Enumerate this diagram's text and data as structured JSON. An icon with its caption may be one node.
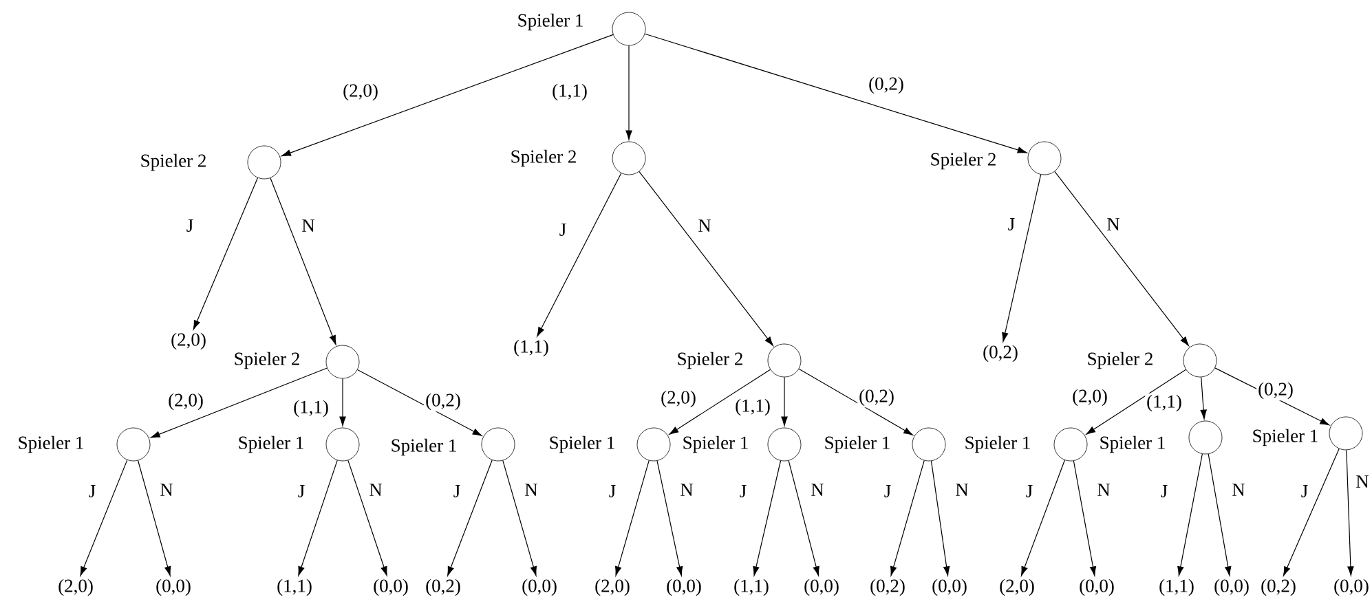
{
  "diagram": {
    "nodes": [
      {
        "text": [],
        "shape": "circle",
        "beside": [
          "Spieler 1"
        ]
      },
      {
        "text": [],
        "shape": "circle",
        "beside": [
          "Spieler 2"
        ]
      },
      {
        "text": [],
        "shape": "circle",
        "beside": [
          "Spieler 2"
        ]
      },
      {
        "text": [],
        "shape": "circle",
        "beside": [
          "Spieler 2"
        ]
      },
      {
        "text": [
          "(2,0)"
        ]
      },
      {
        "text": [
          "(1,1)"
        ]
      },
      {
        "text": [
          "(0,2)"
        ]
      },
      {
        "text": [],
        "shape": "circle",
        "beside": [
          "Spieler 2"
        ]
      },
      {
        "text": [],
        "shape": "circle",
        "beside": [
          "Spieler 2"
        ]
      },
      {
        "text": [],
        "shape": "circle",
        "beside": [
          "Spieler 2"
        ]
      },
      {
        "text": [],
        "shape": "circle",
        "beside": [
          "Spieler 1"
        ]
      },
      {
        "text": [],
        "shape": "circle",
        "beside": [
          "Spieler 1"
        ]
      },
      {
        "text": [],
        "shape": "circle",
        "beside": [
          "Spieler 1"
        ]
      },
      {
        "text": [],
        "shape": "circle",
        "beside": [
          "Spieler 1"
        ]
      },
      {
        "text": [],
        "shape": "circle",
        "beside": [
          "Spieler 1"
        ]
      },
      {
        "text": [],
        "shape": "circle",
        "beside": [
          "Spieler 1"
        ]
      },
      {
        "text": [],
        "shape": "circle",
        "beside": [
          "Spieler 1"
        ]
      },
      {
        "text": [],
        "shape": "circle",
        "beside": [
          "Spieler 1"
        ]
      },
      {
        "text": [],
        "shape": "circle",
        "beside": [
          "Spieler 1"
        ]
      },
      {
        "text": [
          "(2,0)"
        ]
      },
      {
        "text": [
          "(0,0)"
        ]
      },
      {
        "text": [
          "(1,1)"
        ]
      },
      {
        "text": [
          "(0,0)"
        ]
      },
      {
        "text": [
          "(0,2)"
        ]
      },
      {
        "text": [
          "(0,0)"
        ]
      },
      {
        "text": [
          "(2,0)"
        ]
      },
      {
        "text": [
          "(0,0)"
        ]
      },
      {
        "text": [
          "(1,1)"
        ]
      },
      {
        "text": [
          "(0,0)"
        ]
      },
      {
        "text": [
          "(0,2)"
        ]
      },
      {
        "text": [
          "(0,0)"
        ]
      },
      {
        "text": [
          "(2,0)"
        ]
      },
      {
        "text": [
          "(0,0)"
        ]
      },
      {
        "text": [
          "(1,1)"
        ]
      },
      {
        "text": [
          "(0,0)"
        ]
      },
      {
        "text": [
          "(0,2)"
        ]
      },
      {
        "text": [
          "(0,0)"
        ]
      }
    ],
    "edges": [
      {
        "from": 0,
        "to": 1,
        "arrow": "to",
        "label": "(2,0)"
      },
      {
        "from": 0,
        "to": 2,
        "arrow": "to",
        "label": "(1,1)"
      },
      {
        "from": 0,
        "to": 3,
        "arrow": "to",
        "label": "(0,2)"
      },
      {
        "from": 1,
        "to": 4,
        "arrow": "to",
        "label": "J"
      },
      {
        "from": 1,
        "to": 7,
        "arrow": "to",
        "label": "N"
      },
      {
        "from": 2,
        "to": 5,
        "arrow": "to",
        "label": "J"
      },
      {
        "from": 2,
        "to": 8,
        "arrow": "to",
        "label": "N"
      },
      {
        "from": 3,
        "to": 6,
        "arrow": "to",
        "label": "J"
      },
      {
        "from": 3,
        "to": 9,
        "arrow": "to",
        "label": "N"
      },
      {
        "from": 7,
        "to": 10,
        "arrow": "to",
        "label": "(2,0)"
      },
      {
        "from": 7,
        "to": 11,
        "arrow": "to",
        "label": "(1,1)"
      },
      {
        "from": 7,
        "to": 12,
        "arrow": "to",
        "label": "(0,2)"
      },
      {
        "from": 8,
        "to": 13,
        "arrow": "to",
        "label": "(2,0)"
      },
      {
        "from": 8,
        "to": 14,
        "arrow": "to",
        "label": "(1,1)"
      },
      {
        "from": 8,
        "to": 15,
        "arrow": "to",
        "label": "(0,2)"
      },
      {
        "from": 9,
        "to": 16,
        "arrow": "to",
        "label": "(2,0)"
      },
      {
        "from": 9,
        "to": 17,
        "arrow": "to",
        "label": "(1,1)"
      },
      {
        "from": 9,
        "to": 18,
        "arrow": "to",
        "label": "(0,2)"
      },
      {
        "from": 10,
        "to": 19,
        "arrow": "to",
        "label": "J"
      },
      {
        "from": 10,
        "to": 20,
        "arrow": "to",
        "label": "N"
      },
      {
        "from": 11,
        "to": 21,
        "arrow": "to",
        "label": "J"
      },
      {
        "from": 11,
        "to": 22,
        "arrow": "to",
        "label": "N"
      },
      {
        "from": 12,
        "to": 23,
        "arrow": "to",
        "label": "J"
      },
      {
        "from": 12,
        "to": 24,
        "arrow": "to",
        "label": "N"
      },
      {
        "from": 13,
        "to": 25,
        "arrow": "to",
        "label": "J"
      },
      {
        "from": 13,
        "to": 26,
        "arrow": "to",
        "label": "N"
      },
      {
        "from": 14,
        "to": 27,
        "arrow": "to",
        "label": "J"
      },
      {
        "from": 14,
        "to": 28,
        "arrow": "to",
        "label": "N"
      },
      {
        "from": 15,
        "to": 29,
        "arrow": "to",
        "label": "J"
      },
      {
        "from": 15,
        "to": 30,
        "arrow": "to",
        "label": "N"
      },
      {
        "from": 16,
        "to": 31,
        "arrow": "to",
        "label": "J"
      },
      {
        "from": 16,
        "to": 32,
        "arrow": "to",
        "label": "N"
      },
      {
        "from": 17,
        "to": 33,
        "arrow": "to",
        "label": "J"
      },
      {
        "from": 17,
        "to": 34,
        "arrow": "to",
        "label": "N"
      },
      {
        "from": 18,
        "to": 35,
        "arrow": "to",
        "label": "J"
      },
      {
        "from": 18,
        "to": 36,
        "arrow": "to",
        "label": "N"
      }
    ]
  }
}
